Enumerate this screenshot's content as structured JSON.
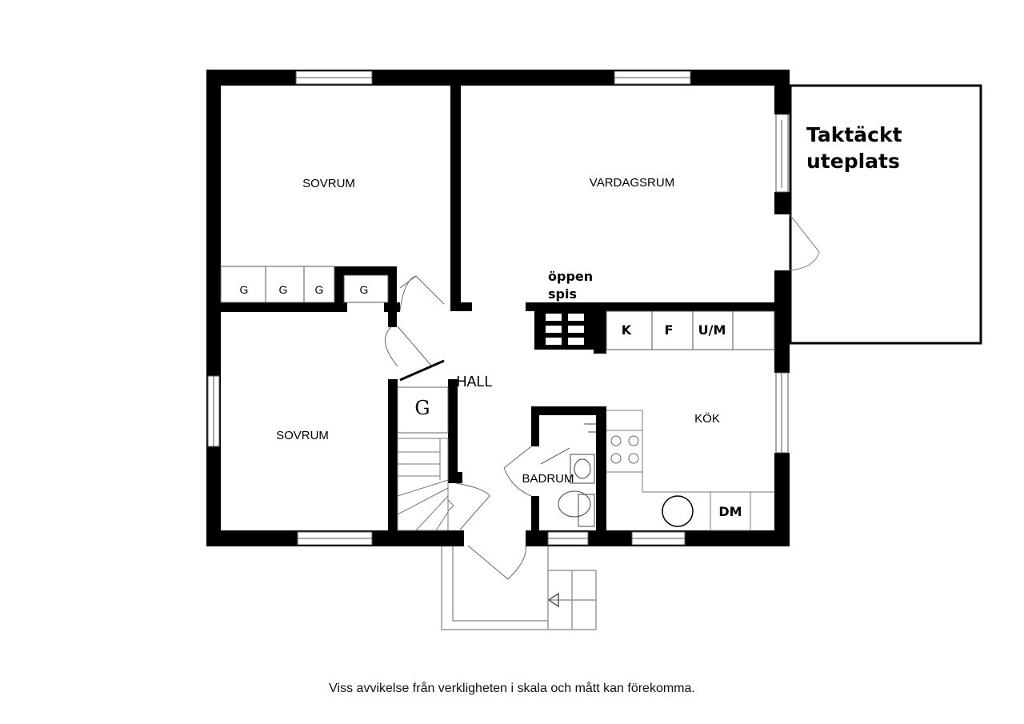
{
  "rooms": {
    "sovrum_top": "SOVRUM",
    "vardagsrum": "VARDAGSRUM",
    "sovrum_bottom": "SOVRUM",
    "hall": "HALL",
    "badrum": "BADRUM",
    "kok": "KÖK"
  },
  "labels": {
    "terrace_line1": "Taktäckt",
    "terrace_line2": "uteplats",
    "fireplace_line1": "öppen",
    "fireplace_line2": "spis",
    "closet_g": "G",
    "hall_closet": "G",
    "fridge": "K",
    "freezer": "F",
    "oven_micro": "U/M",
    "dishwasher": "DM"
  },
  "footer": {
    "disclaimer": "Viss avvikelse från verkligheten i skala och mått kan förekomma."
  }
}
